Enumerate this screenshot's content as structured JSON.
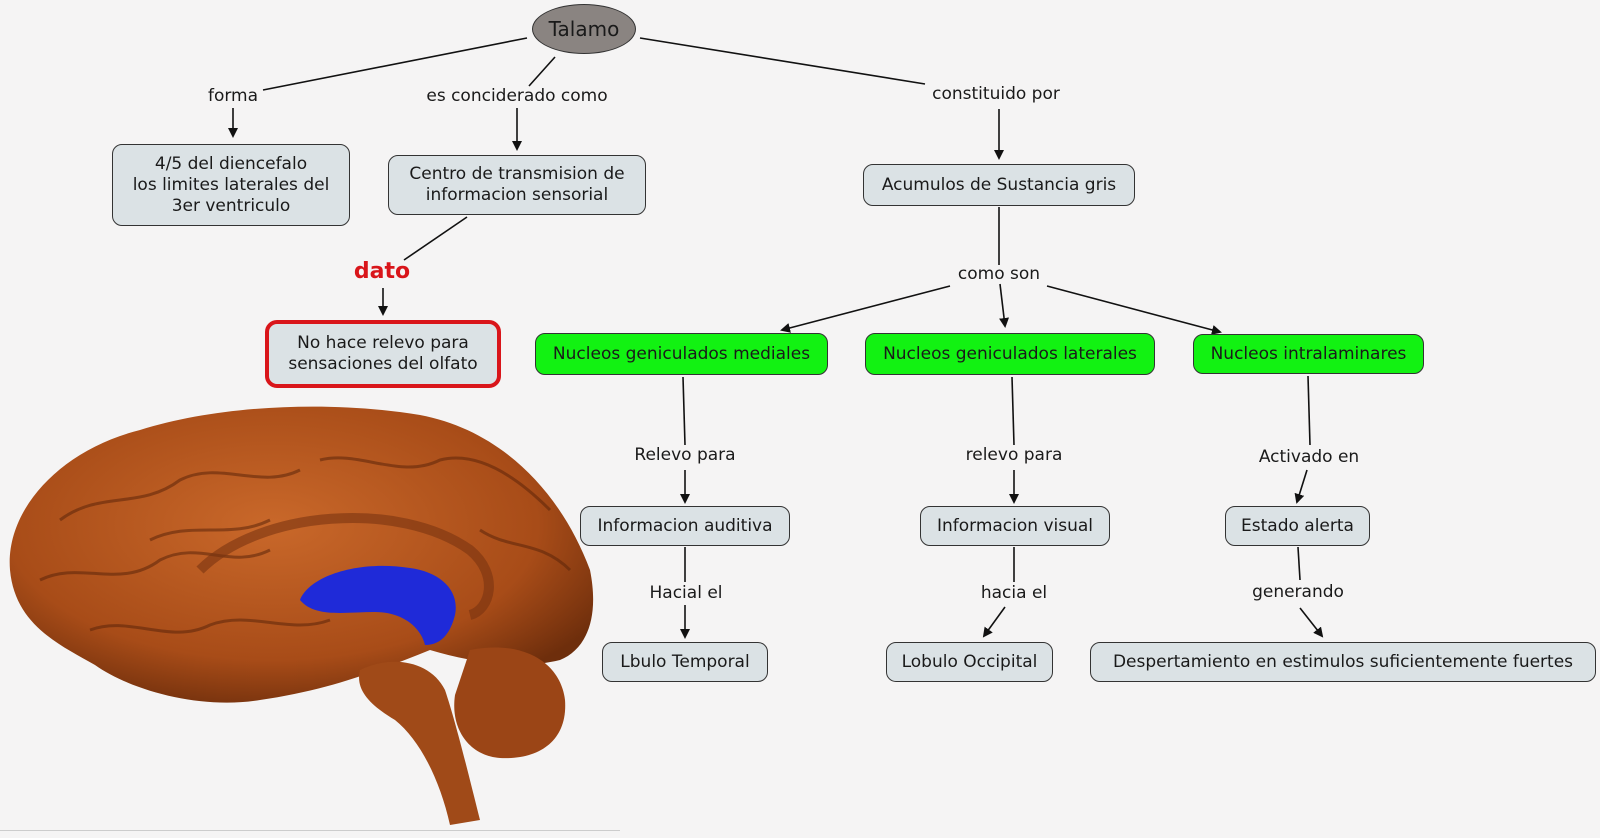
{
  "title": "Talamo",
  "colors": {
    "background": "#f5f4f4",
    "concept_fill": "#dbe2e5",
    "green_fill": "#12f212",
    "root_fill": "#8a8481",
    "highlight_red": "#d9151a",
    "brain_orange": "#b5541c",
    "thalamus_blue": "#1f2ad8"
  },
  "root": {
    "label": "Talamo"
  },
  "links": {
    "forma": "forma",
    "considerado": "es conciderado como",
    "constituido": "constituido por",
    "dato": "dato",
    "como_son": "como son",
    "relevo_auditivo": "Relevo para",
    "relevo_visual": "relevo para",
    "activado": "Activado en",
    "hacial": "Hacial el",
    "hacia": "hacia el",
    "generando": "generando"
  },
  "concepts": {
    "diencefalo": "4/5 del diencefalo\nlos limites laterales del\n3er ventriculo",
    "centro": "Centro de transmision de\ninformacion sensorial",
    "acumulos": "Acumulos de Sustancia gris",
    "olfato": "No hace relevo para\nsensaciones del olfato",
    "mediales": "Nucleos geniculados mediales",
    "laterales": "Nucleos geniculados laterales",
    "intralaminares": "Nucleos intralaminares",
    "auditiva": "Informacion auditiva",
    "visual": "Informacion visual",
    "alerta": "Estado alerta",
    "temporal": "Lbulo Temporal",
    "occipital": "Lobulo Occipital",
    "despertamiento": "Despertamiento en estimulos suficientemente fuertes"
  },
  "image": {
    "name": "brain-sagittal-illustration",
    "highlight": "thalamus"
  }
}
